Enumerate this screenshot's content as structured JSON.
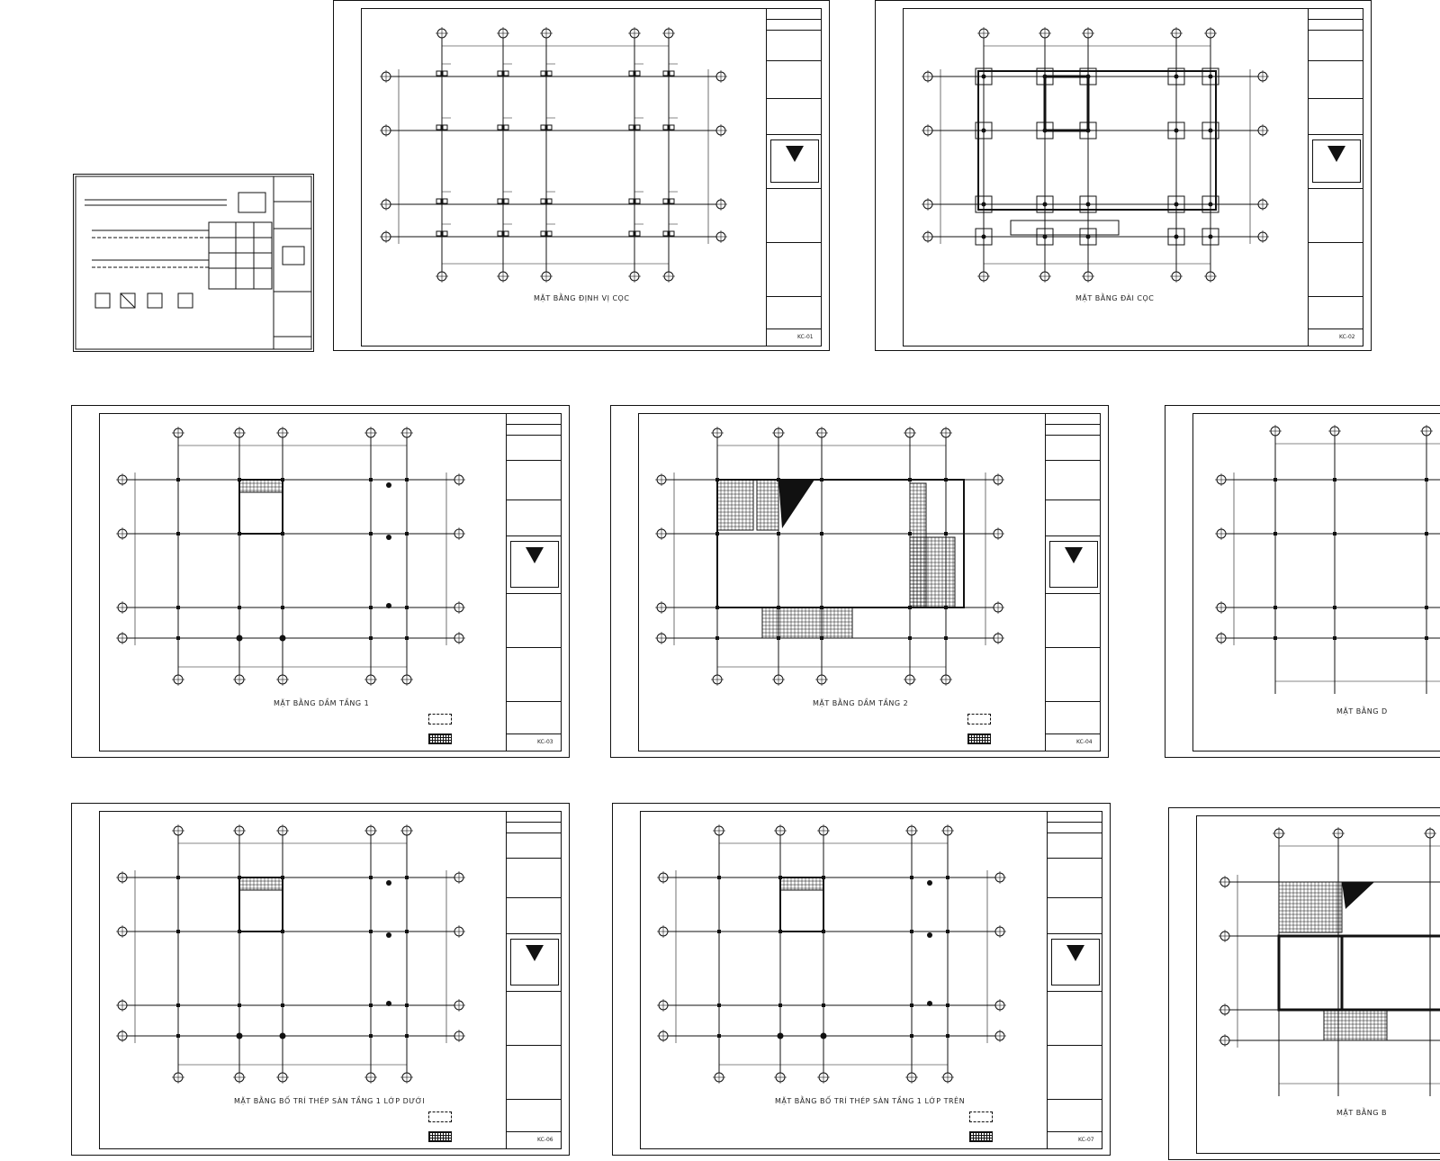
{
  "workspace": {
    "background": "#ffffff",
    "line_color": "#111111"
  },
  "sheets": [
    {
      "id": "detail-sheet",
      "title": "",
      "code": ""
    },
    {
      "id": "sheet-pile-layout",
      "title": "MẶT BẰNG ĐỊNH VỊ CỌC",
      "code": "KC-01"
    },
    {
      "id": "sheet-pile-cap",
      "title": "MẶT BẰNG ĐÀI CỌC",
      "code": "KC-02"
    },
    {
      "id": "sheet-floor-1",
      "title": "MẶT BẰNG DẦM TẦNG 1",
      "code": "KC-03"
    },
    {
      "id": "sheet-floor-2",
      "title": "MẶT BẰNG DẦM TẦNG 2",
      "code": "KC-04"
    },
    {
      "id": "sheet-floor-3-partial",
      "title": "MẶT BẰNG D",
      "code": ""
    },
    {
      "id": "sheet-rebar-1",
      "title": "MẶT BẰNG BỐ TRÍ THÉP SÀN TẦNG 1 LỚP DƯỚI",
      "code": "KC-06"
    },
    {
      "id": "sheet-rebar-2",
      "title": "MẶT BẰNG BỐ TRÍ THÉP SÀN TẦNG 1 LỚP TRÊN",
      "code": "KC-07"
    },
    {
      "id": "sheet-rebar-partial",
      "title": "MẶT BẰNG B",
      "code": ""
    }
  ]
}
